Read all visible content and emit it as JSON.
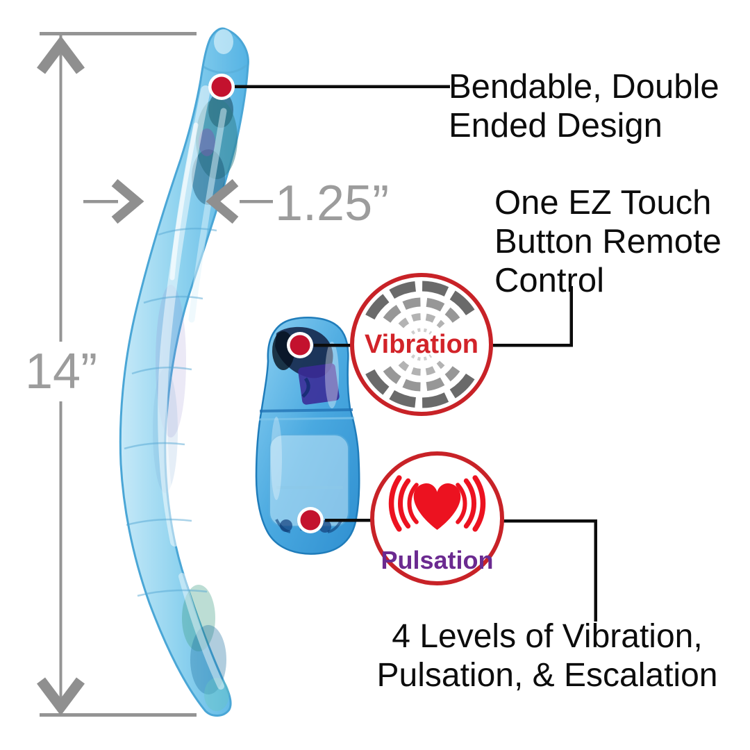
{
  "scene": {
    "background": "#ffffff"
  },
  "measurements": {
    "length_label": "14”",
    "width_label": "1.25”"
  },
  "callouts": {
    "bendable": {
      "line1": "Bendable, Double",
      "line2": "Ended Design"
    },
    "remote_control": {
      "line1": "One EZ Touch",
      "line2": "Button Remote",
      "line3": "Control"
    },
    "feature_levels": {
      "line1": "4 Levels of Vibration,",
      "line2": "Pulsation, & Escalation"
    }
  },
  "badges": {
    "vibration": {
      "label": "Vibration",
      "text_color": "#d22329",
      "ring_color": "#c82227"
    },
    "pulsation": {
      "label": "Pulsation",
      "text_color": "#6b2a90",
      "ring_color": "#c82227",
      "heart_color": "#ec1220"
    }
  },
  "colors": {
    "annotation_gray": "#949494",
    "measure_label_gray": "#9c9c9c",
    "callout_line_black": "#0c0c0c",
    "marker_dot_red": "#c3122e",
    "product_body_blue": "#6fc2e8",
    "remote_body_blue": "#3f9fd8"
  }
}
